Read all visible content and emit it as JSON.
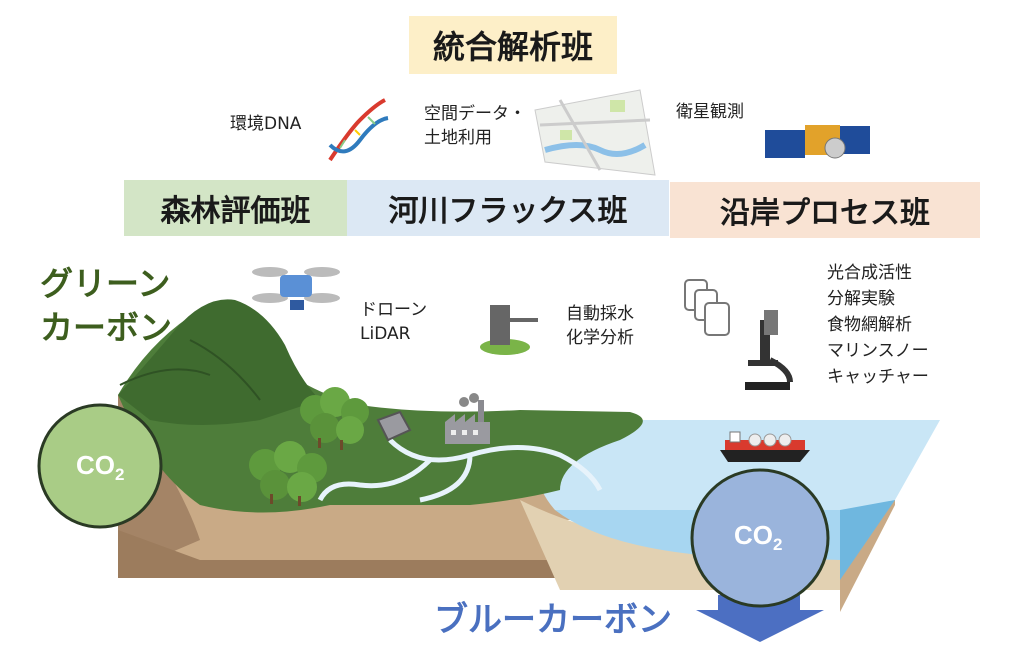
{
  "teams": {
    "integrated": "統合解析班",
    "forest": "森林評価班",
    "river": "河川フラックス班",
    "coastal": "沿岸プロセス班"
  },
  "methods": {
    "edna": "環境DNA",
    "spatial_line1": "空間データ・",
    "spatial_line2": "土地利用",
    "satellite": "衛星観測",
    "drone_line1": "ドローン",
    "drone_line2": "LiDAR",
    "auto_sampling_line1": "自動採水",
    "auto_sampling_line2": "化学分析",
    "coastal_methods": [
      "光合成活性",
      "分解実験",
      "食物網解析",
      "マリンスノー",
      "キャッチャー"
    ]
  },
  "carbon": {
    "green_line1": "グリーン",
    "green_line2": "カーボン",
    "blue": "ブルーカーボン",
    "co2_main": "CO",
    "co2_sub": "2"
  },
  "colors": {
    "integrated_bg": "#fdefc8",
    "forest_bg": "#d3e5c6",
    "river_bg": "#dce8f4",
    "coastal_bg": "#f9e3d3",
    "green_text": "#3d5e1e",
    "blue_text": "#4a70c0",
    "forest_co2": "#a9cc86",
    "ocean_co2": "#9ab4dc",
    "arrow": "#4c6fc2"
  }
}
